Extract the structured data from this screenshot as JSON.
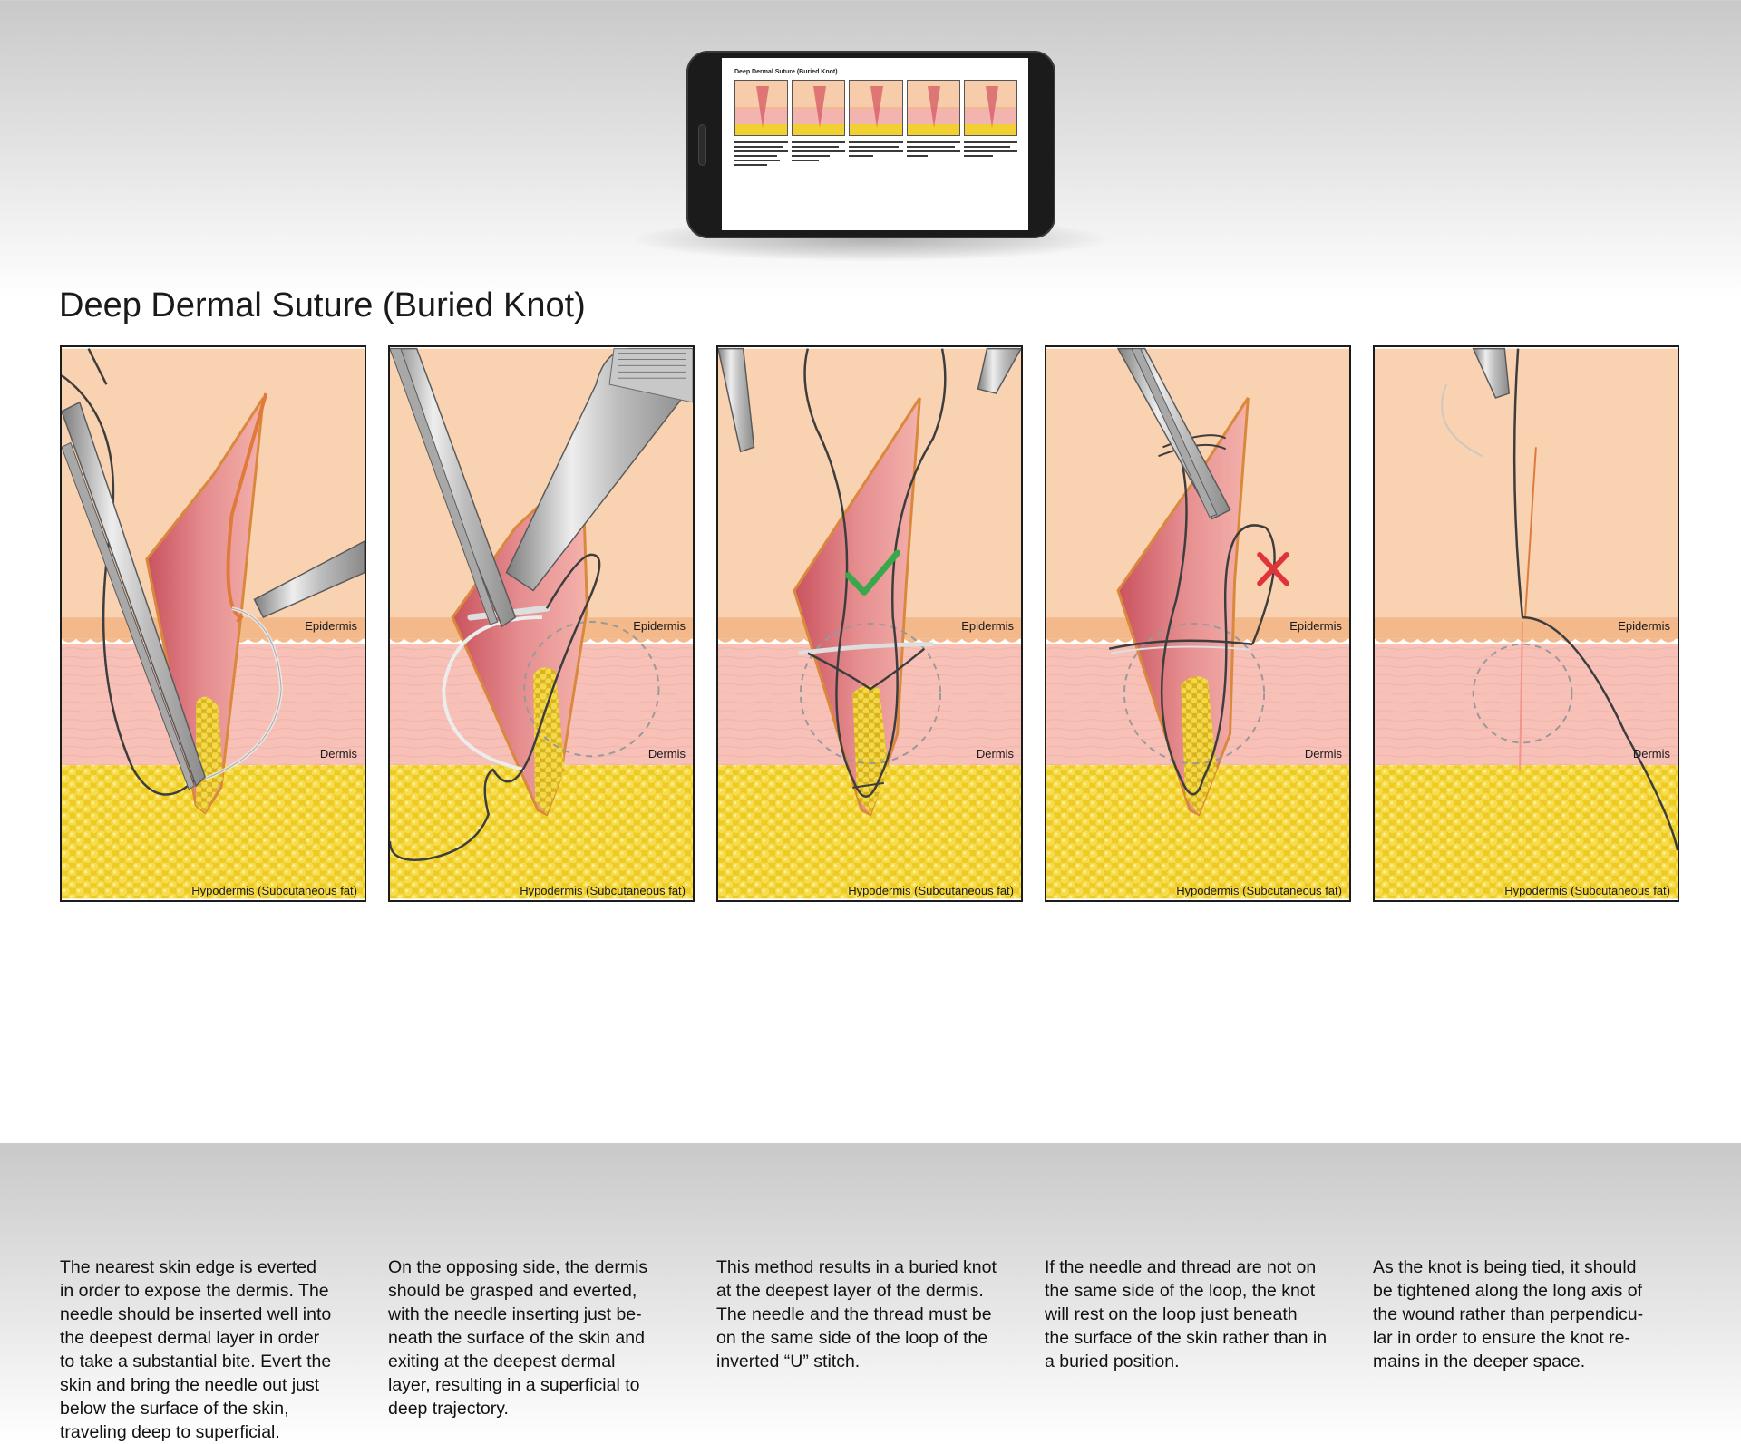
{
  "title": "Deep Dermal Suture (Buried Knot)",
  "phone": {
    "screen_title": "Deep Dermal Suture (Buried Knot)"
  },
  "layer_labels": {
    "epidermis": "Epidermis",
    "dermis": "Dermis",
    "hypodermis": "Hypodermis (Subcutaneous fat)"
  },
  "panels": [
    {
      "caption_lines": [
        "The nearest skin edge is everted",
        "in order to expose the dermis. The",
        "needle should be inserted well into",
        "the deepest dermal layer in order",
        "to take a substantial bite. Evert the",
        "skin and bring the needle out just",
        "below the surface of the skin,",
        "traveling deep to superficial."
      ]
    },
    {
      "caption_lines": [
        "On the opposing side, the dermis",
        "should be grasped and everted,",
        "with the needle inserting just be-",
        "neath the surface of the skin and",
        "exiting at the deepest dermal",
        "layer, resulting in a superficial to",
        "deep trajectory."
      ]
    },
    {
      "caption_lines": [
        "This method results in a buried knot",
        "at the deepest layer of the dermis.",
        "The needle and the thread must be",
        "on the same side of the loop of the",
        "inverted “U” stitch."
      ],
      "mark": "correct"
    },
    {
      "caption_lines": [
        "If the needle and thread are not on",
        "the same side of the loop, the knot",
        "will rest on the loop just beneath",
        "the surface of the skin rather than in",
        "a buried position."
      ],
      "mark": "incorrect"
    },
    {
      "caption_lines": [
        "As the knot is being tied, it should",
        "be tightened along the long axis of",
        "the wound rather than perpendicu-",
        "lar in order to ensure the knot re-",
        "mains in the deeper space."
      ]
    }
  ],
  "colors": {
    "epidermis": "#f8d1b0",
    "epidermis_band": "#f3b88c",
    "dermis": "#f6bdb5",
    "hypodermis": "#f0cf2c",
    "wound": "#d9707a",
    "check": "#3aa84a",
    "cross": "#e0343c"
  }
}
